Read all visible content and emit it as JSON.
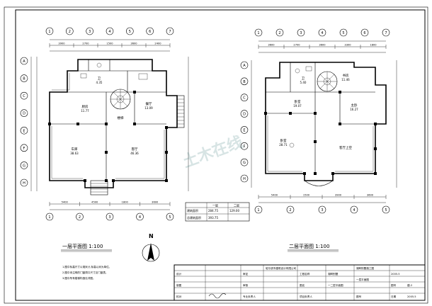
{
  "drawing": {
    "plan_left_title": "一层平面图 1:100",
    "plan_right_title": "二层平面图 1:100",
    "north_label": "N",
    "top_axes_left": [
      "1",
      "2",
      "3",
      "4",
      "5",
      "6",
      "7"
    ],
    "top_axes_right": [
      "1",
      "2",
      "3",
      "4",
      "5",
      "6",
      "7"
    ],
    "side_axes": [
      "A",
      "B",
      "C",
      "D",
      "E",
      "F",
      "G",
      "H"
    ],
    "dims_top_left": [
      "3900",
      "2700",
      "1500",
      "3600",
      "2400"
    ],
    "dims_top_right": [
      "3600",
      "2700",
      "3600",
      "3300",
      "1800"
    ],
    "dims_bottom_left": [
      "5400",
      "4500",
      "1800",
      "3600"
    ],
    "dims_bottom_right": [
      "5400",
      "1500",
      "3900",
      "3600"
    ],
    "rooms_left": [
      {
        "name": "车库",
        "area": "38.63"
      },
      {
        "name": "客厅",
        "area": "46.36"
      },
      {
        "name": "餐厅",
        "area": "13.09"
      },
      {
        "name": "厨房",
        "area": "11.77"
      },
      {
        "name": "卫",
        "area": "4.35"
      },
      {
        "name": "楼梯",
        "area": ""
      }
    ],
    "rooms_right": [
      {
        "name": "卧室",
        "area": "28.71"
      },
      {
        "name": "主卧",
        "area": "16.27"
      },
      {
        "name": "卧室",
        "area": "19.07"
      },
      {
        "name": "客厅上空",
        "area": ""
      },
      {
        "name": "卫",
        "area": "5.40"
      },
      {
        "name": "书房",
        "area": "11.46"
      }
    ],
    "area_table": {
      "headers": [
        "一层",
        "二层"
      ],
      "rows": [
        {
          "label": "建筑面积",
          "v1": "284.75",
          "v2": "129.00"
        },
        {
          "label": "总建筑面积",
          "v1": "393.75",
          "v2": ""
        }
      ]
    },
    "notes": [
      "1.图中标高尺寸以毫米计,标高以米为单位。",
      "2.图中未注明的门窗洞口尺寸见门窗表。",
      "3.图中所有楼梯构造见详图。"
    ],
    "watermark": "土木在线"
  },
  "title_block": {
    "company": "哈尔滨市建筑设计有限公司",
    "project": "湖畔别墅施工图",
    "drawing_name": "一层平面图",
    "scale_label": "图号",
    "rows": [
      [
        "设计",
        "",
        "审定",
        "",
        "工程名称",
        "湖畔别墅"
      ],
      [
        "制图",
        "",
        "审核",
        "",
        "图名",
        "一二层平面图"
      ],
      [
        "校对",
        "",
        "专业负责人",
        "",
        "项目负责人",
        ""
      ]
    ],
    "footer": [
      "2005.5",
      "图号",
      "建-2",
      "日期",
      "2005.5"
    ]
  }
}
